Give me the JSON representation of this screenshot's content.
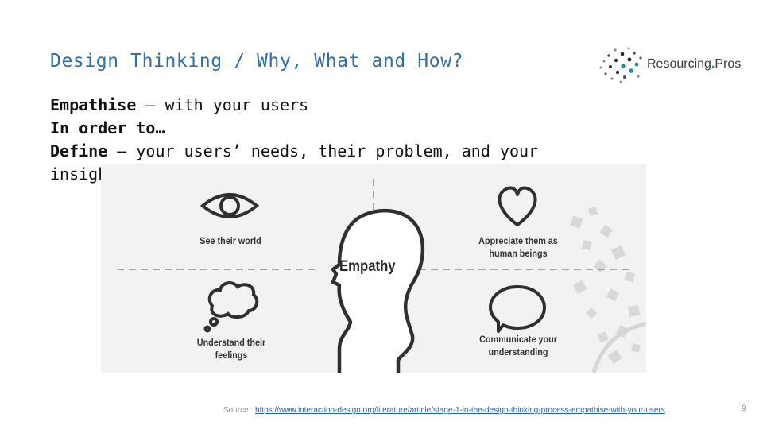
{
  "slide": {
    "title": "Design Thinking / Why, What and How?",
    "logo": {
      "name_main": "Resourcing",
      "name_dot": ".",
      "name_end": "Pros"
    },
    "body": {
      "line1_bold": "Empathise",
      "line1_rest": " – with your users",
      "line2": "In order to…",
      "line3_bold": "Define",
      "line3_rest": " – your users’ needs, their problem, and your",
      "line4": "insights"
    },
    "figure": {
      "center": "Empathy",
      "top_left": "See their world",
      "top_right_1": "Appreciate them as",
      "top_right_2": "human beings",
      "bottom_left_1": "Understand their",
      "bottom_left_2": "feelings",
      "bottom_right_1": "Communicate your",
      "bottom_right_2": "understanding"
    },
    "source_label": "Source : ",
    "source_url": "https://www.interaction-design.org/literature/article/stage-1-in-the-design-thinking-process-empathise-with-your-users",
    "page_number": "9"
  },
  "colors": {
    "title": "#2e6fa7",
    "logo_accent": "#1a8ab4",
    "figure_bg": "#f2f2f2"
  },
  "icons": [
    "eye-icon",
    "heart-icon",
    "thought-bubble-icon",
    "speech-bubble-icon",
    "head-profile-icon"
  ]
}
